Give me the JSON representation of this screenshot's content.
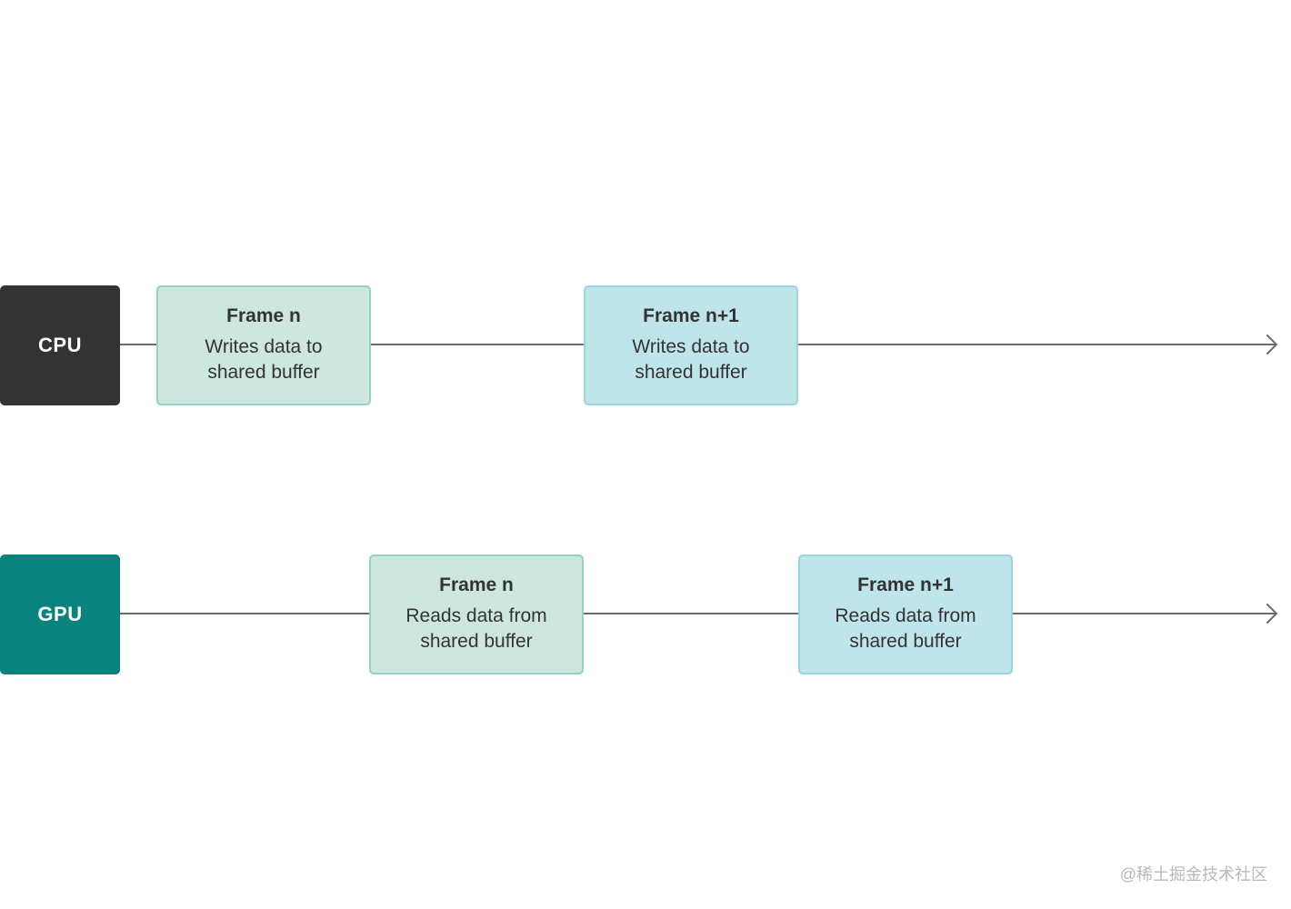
{
  "processors": {
    "cpu_label": "CPU",
    "gpu_label": "GPU"
  },
  "cpu_frames": [
    {
      "title": "Frame n",
      "desc": "Writes data to shared buffer"
    },
    {
      "title": "Frame n+1",
      "desc": "Writes data to shared buffer"
    }
  ],
  "gpu_frames": [
    {
      "title": "Frame n",
      "desc": "Reads data from shared buffer"
    },
    {
      "title": "Frame n+1",
      "desc": "Reads data from shared buffer"
    }
  ],
  "watermark": "@稀土掘金技术社区",
  "colors": {
    "cpu": "#333333",
    "gpu": "#0a827e",
    "frame_n_fill": "#cde7df",
    "frame_n1_fill": "#bfe4ea",
    "line": "#6b6b6b"
  }
}
